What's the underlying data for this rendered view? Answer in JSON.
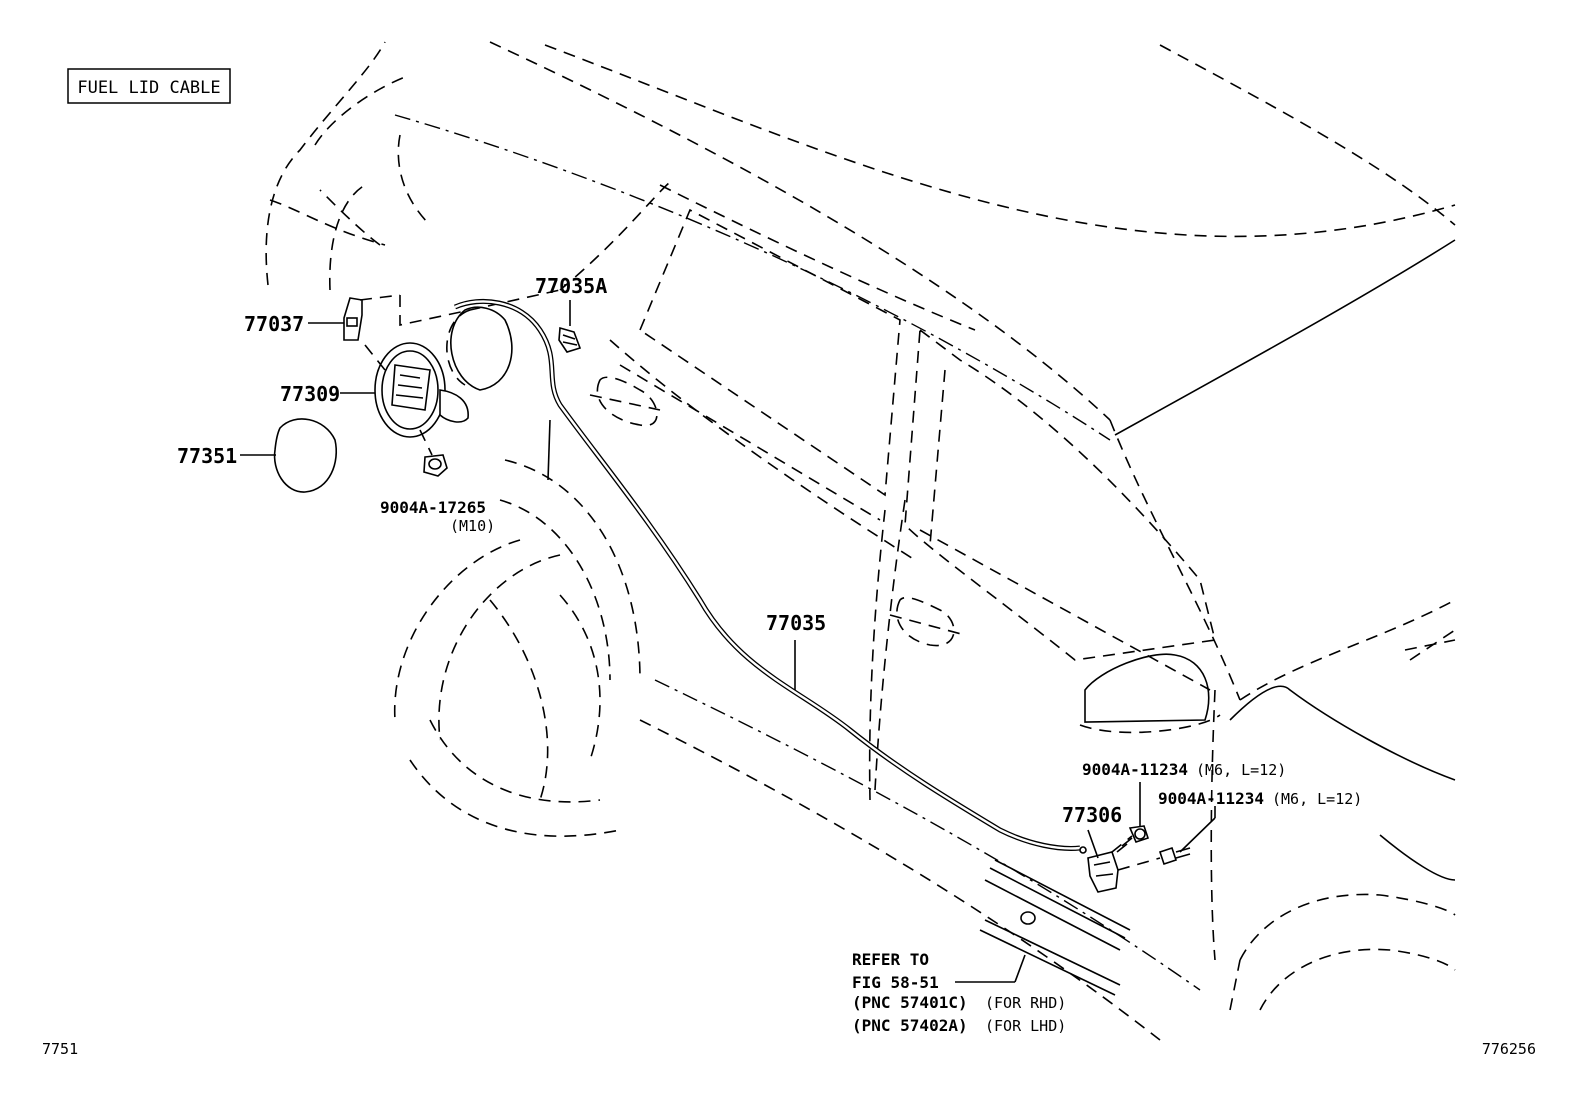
{
  "title": "FUEL LID CABLE",
  "parts": {
    "p77037": "77037",
    "p77309": "77309",
    "p77351": "77351",
    "p77035A": "77035A",
    "p77035": "77035",
    "p77306": "77306",
    "bolt_17265": "9004A-17265",
    "bolt_17265_spec": "(M10)",
    "bolt_11234_a": "9004A-11234",
    "bolt_11234_a_spec": "(M6, L=12)",
    "bolt_11234_b": "9004A-11234",
    "bolt_11234_b_spec": "(M6, L=12)"
  },
  "reference": {
    "line1": "REFER TO",
    "line2": "FIG 58-51",
    "pnc_rhd": "(PNC 57401C)",
    "rhd": "(FOR RHD)",
    "pnc_lhd": "(PNC 57402A)",
    "lhd": "(FOR LHD)"
  },
  "footer": {
    "left_code": "7751",
    "right_code": "776256"
  }
}
